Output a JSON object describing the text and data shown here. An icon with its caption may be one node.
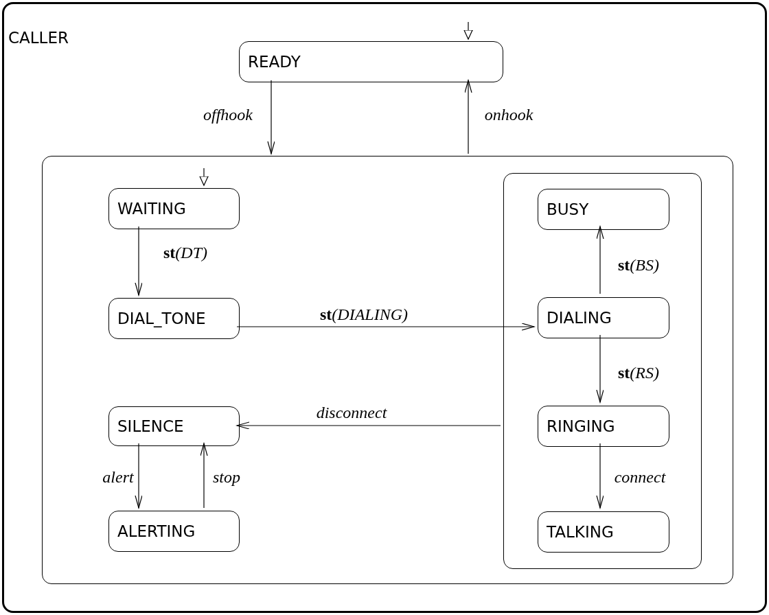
{
  "diagram": {
    "nodes": [
      {
        "text": [
          "CALLER"
        ]
      },
      {
        "text": [
          "READY"
        ],
        "in": 0
      },
      {
        "text": [],
        "shape": "box",
        "in": 0
      },
      {
        "text": [
          "WAITING"
        ],
        "in": 2
      },
      {
        "text": [
          "DIAL_TONE"
        ],
        "in": 2
      },
      {
        "text": [
          "SILENCE"
        ],
        "in": 2
      },
      {
        "text": [
          "ALERTING"
        ],
        "in": 2
      },
      {
        "text": [],
        "shape": "box",
        "in": 2
      },
      {
        "text": [
          "BUSY"
        ],
        "in": 7
      },
      {
        "text": [
          "DIALING"
        ],
        "in": 7
      },
      {
        "text": [
          "RINGING"
        ],
        "in": 7
      },
      {
        "text": [
          "TALKING"
        ],
        "in": 7
      }
    ],
    "edges": [
      {
        "from": null,
        "to": 1,
        "arrow": "to"
      },
      {
        "from": 1,
        "to": 2,
        "arrow": "to",
        "label": "offhook"
      },
      {
        "from": 2,
        "to": 1,
        "arrow": "to",
        "label": "onhook"
      },
      {
        "from": null,
        "to": 3,
        "arrow": "to"
      },
      {
        "from": 3,
        "to": 4,
        "arrow": "to",
        "label": "**st**(*DT*)"
      },
      {
        "from": 4,
        "to": 9,
        "arrow": "to",
        "label": "**st**(*DIALING*)"
      },
      {
        "from": 9,
        "to": 8,
        "arrow": "to",
        "label": "**st**(*BS*)"
      },
      {
        "from": 9,
        "to": 10,
        "arrow": "to",
        "label": "**st**(*RS*)"
      },
      {
        "from": 10,
        "to": 11,
        "arrow": "to",
        "label": "connect"
      },
      {
        "from": 7,
        "to": 5,
        "arrow": "to",
        "label": "disconnect"
      },
      {
        "from": 5,
        "to": 6,
        "arrow": "to",
        "label": "alert"
      },
      {
        "from": 6,
        "to": 5,
        "arrow": "to",
        "label": "stop"
      }
    ]
  }
}
